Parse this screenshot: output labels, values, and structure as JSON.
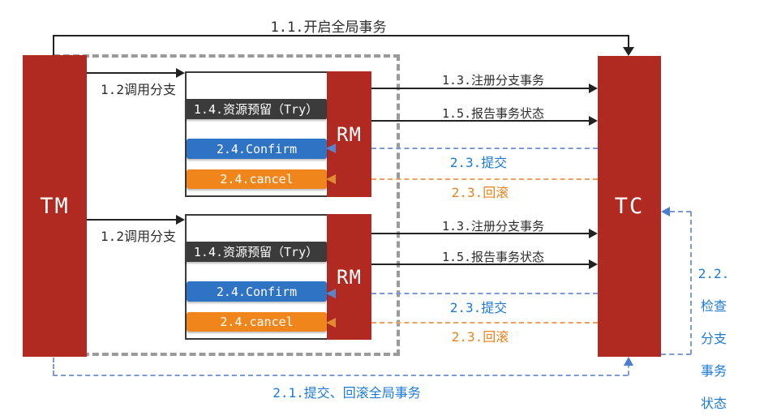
{
  "nodes": {
    "tm": "TM",
    "tc": "TC",
    "rm": "RM"
  },
  "branch": {
    "try": "1.4.资源预留（Try）",
    "confirm": "2.4.Confirm",
    "cancel": "2.4.cancel"
  },
  "edges": {
    "begin_global": "1.1.开启全局事务",
    "invoke_branch": "1.2调用分支",
    "register_branch": "1.3.注册分支事务",
    "report_status": "1.5.报告事务状态",
    "branch_commit": "2.3.提交",
    "branch_rollback": "2.3.回滚",
    "global_finish": "2.1.提交、回滚全局事务",
    "check_status": [
      "2.2.",
      "检查",
      "分支",
      "事务",
      "状态"
    ]
  },
  "colors": {
    "node_red": "#b12a22",
    "try_dark": "#3b3b3b",
    "confirm_blue": "#2f73c5",
    "cancel_orange": "#f0861b",
    "blue_text": "#1b7ad6",
    "orange_text": "#f08119",
    "blue_dash": "#7b9bd8",
    "orange_dash": "#eda15c",
    "gray_dash": "#9a9a9a",
    "line_black": "#222222"
  }
}
